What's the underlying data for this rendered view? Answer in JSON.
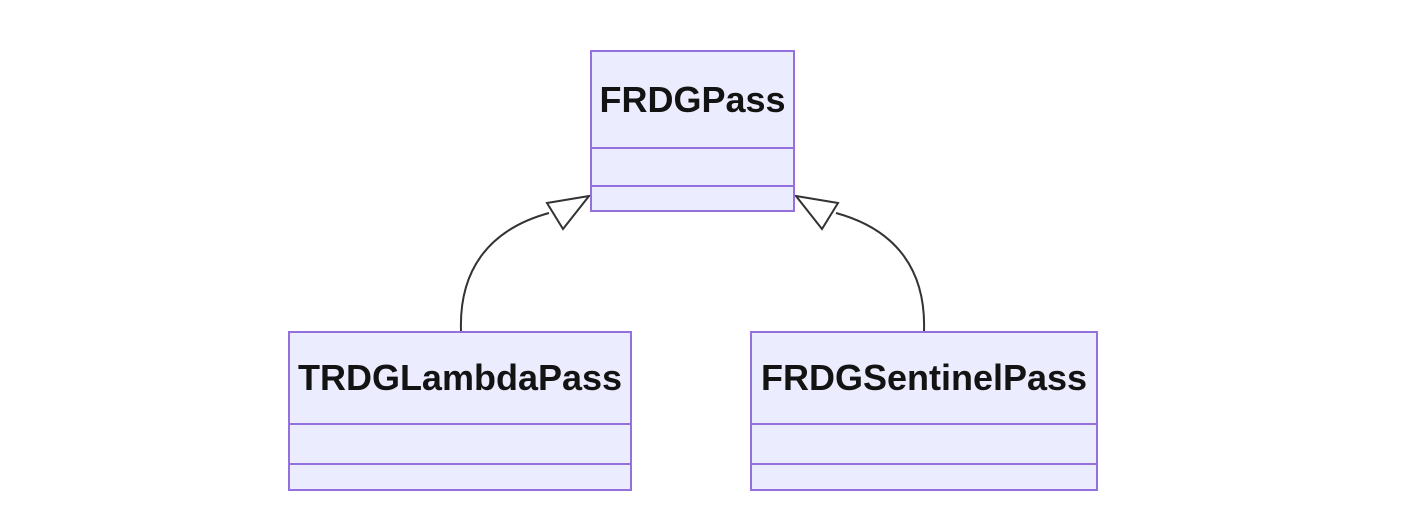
{
  "diagram": {
    "type": "uml-class-diagram",
    "classes": [
      {
        "name": "FRDGPass",
        "attributes": [],
        "methods": []
      },
      {
        "name": "TRDGLambdaPass",
        "attributes": [],
        "methods": []
      },
      {
        "name": "FRDGSentinelPass",
        "attributes": [],
        "methods": []
      }
    ],
    "relations": [
      {
        "from": "TRDGLambdaPass",
        "to": "FRDGPass",
        "type": "inheritance",
        "arrowhead": "hollow-triangle"
      },
      {
        "from": "FRDGSentinelPass",
        "to": "FRDGPass",
        "type": "inheritance",
        "arrowhead": "hollow-triangle"
      }
    ],
    "colors": {
      "node_fill": "#ECECFF",
      "node_border": "#9370DB",
      "edge_stroke": "#333333",
      "arrowhead_fill": "#ffffff",
      "text": "#131313",
      "background": "#ffffff"
    }
  }
}
